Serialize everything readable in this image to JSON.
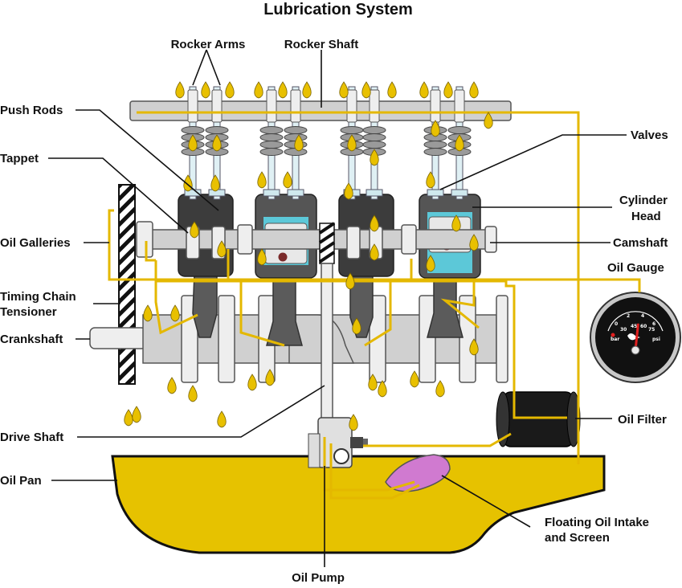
{
  "title": "Lubrication System",
  "labels": {
    "rocker_arms": "Rocker Arms",
    "rocker_shaft": "Rocker Shaft",
    "push_rods": "Push Rods",
    "tappet": "Tappet",
    "oil_galleries": "Oil Galleries",
    "timing_chain_1": "Timing Chain",
    "timing_chain_2": "Tensioner",
    "crankshaft": "Crankshaft",
    "drive_shaft": "Drive Shaft",
    "oil_pan": "Oil Pan",
    "valves": "Valves",
    "cylinder_head_1": "Cylinder",
    "cylinder_head_2": "Head",
    "camshaft": "Camshaft",
    "oil_gauge": "Oil Gauge",
    "oil_filter": "Oil Filter",
    "floating_intake_1": "Floating Oil Intake",
    "floating_intake_2": "and Screen",
    "oil_pump": "Oil Pump"
  },
  "gauge": {
    "scale_bar": [
      "0",
      "2",
      "4",
      "6"
    ],
    "scale_psi": [
      "30",
      "45",
      "60",
      "75"
    ],
    "unit_left": "bar",
    "unit_right": "psi",
    "level_fraction": 0.55
  },
  "colors": {
    "oil": "#e4b800",
    "pan_oil": "#e6c200",
    "block": "#d0d0d0",
    "coolant": "#5cc8d8",
    "float": "#d07ad0",
    "gauge_face": "#111111",
    "gauge_needle": "#e02020"
  }
}
